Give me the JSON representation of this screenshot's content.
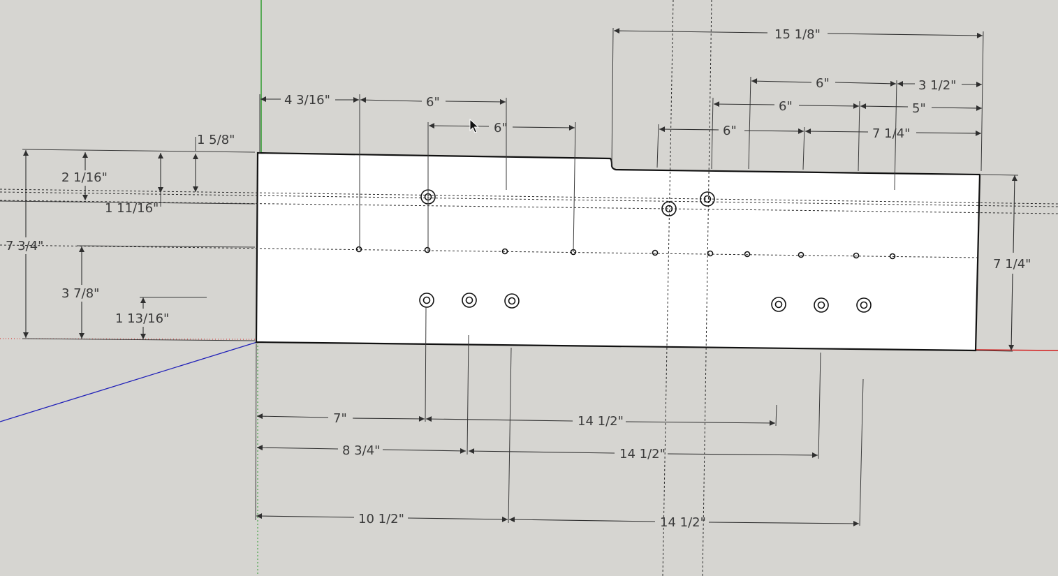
{
  "colors": {
    "background": "#d6d5d1",
    "face": "#ffffff",
    "green_axis": "#2e9b2e",
    "blue_axis": "#1f1fb8",
    "red_axis": "#d41c1c"
  },
  "cursor": "arrow-cursor",
  "dimensions": {
    "top_overall": "15 1/8\"",
    "top_4_3_16": "4 3/16\"",
    "top_6_a": "6\"",
    "top_6_b": "6\"",
    "top_6_c": "6\"",
    "top_6_d": "6\"",
    "top_6_e": "6\"",
    "top_3_1_2": "3 1/2\"",
    "top_5": "5\"",
    "top_7_1_4": "7 1/4\"",
    "left_1_5_8": "1 5/8\"",
    "left_2_1_16": "2 1/16\"",
    "left_1_11_16": "1 11/16\"",
    "left_7_3_4": "7 3/4\"",
    "left_3_7_8": "3 7/8\"",
    "left_1_13_16": "1 13/16\"",
    "right_7_1_4": "7 1/4\"",
    "bottom_7": "7\"",
    "bottom_14_1_2_a": "14 1/2\"",
    "bottom_8_3_4": "8 3/4\"",
    "bottom_14_1_2_b": "14 1/2\"",
    "bottom_10_1_2": "10 1/2\"",
    "bottom_14_1_2_c": "14 1/2\""
  }
}
